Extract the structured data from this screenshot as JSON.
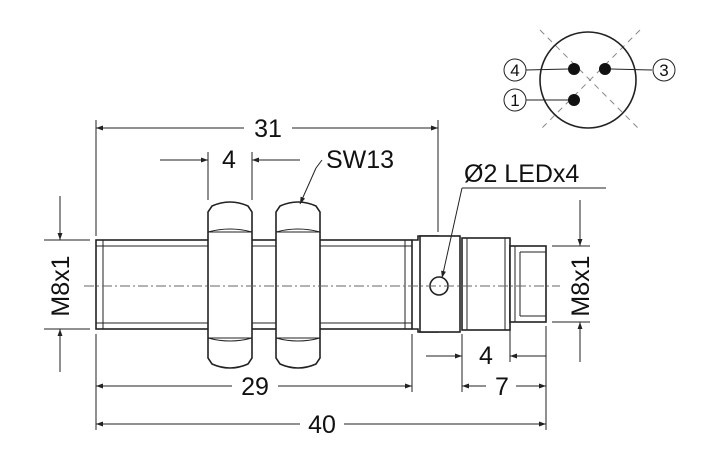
{
  "dimensions": {
    "overall_length": "40",
    "thread_length": "31",
    "nut_width": "4",
    "wrench_size": "SW13",
    "led_label": "Ø2 LEDx4",
    "thread_left": "M8x1",
    "thread_right": "M8x1",
    "body_length": "29",
    "connector_width": "4",
    "connector_length": "7"
  },
  "connector_pins": [
    "4",
    "3",
    "1"
  ]
}
